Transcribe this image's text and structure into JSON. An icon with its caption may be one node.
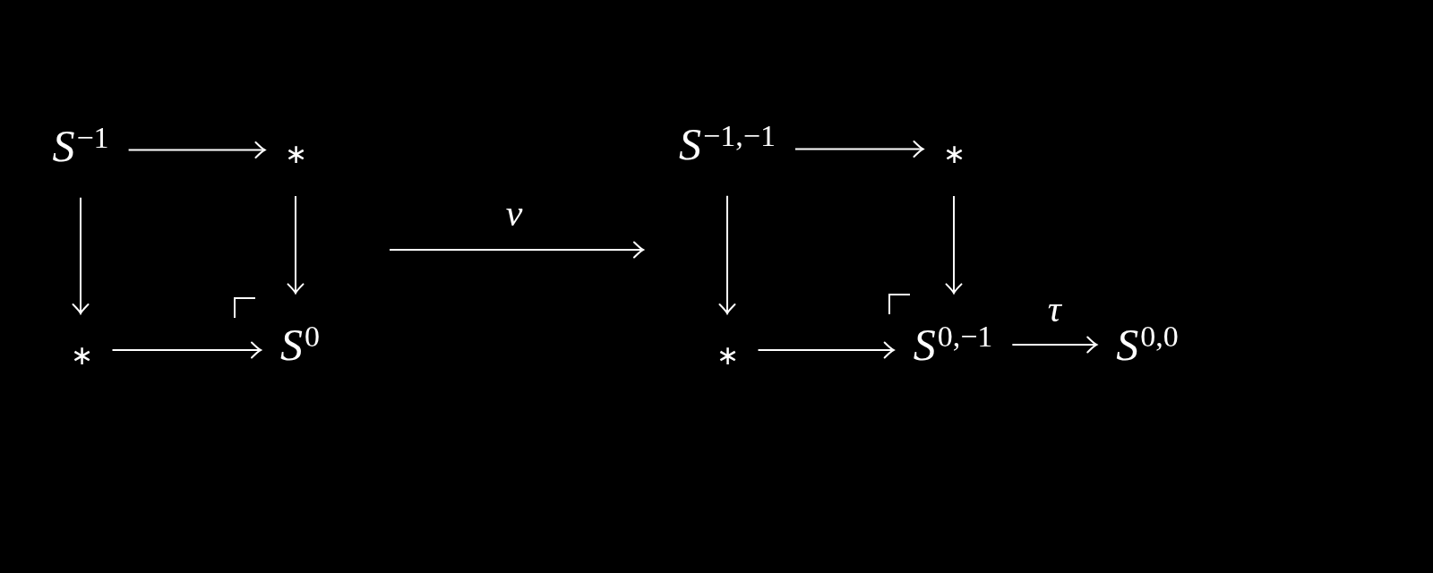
{
  "diagram": {
    "nodes": [
      {
        "text": [
          "*S*$^{−1}$"
        ]
      },
      {
        "text": [
          "∗"
        ]
      },
      {
        "text": [
          "∗"
        ]
      },
      {
        "text": [
          "*S*$^{0}$"
        ]
      },
      {
        "text": [
          "*S*$^{−1,−1}$"
        ]
      },
      {
        "text": [
          "∗"
        ]
      },
      {
        "text": [
          "∗"
        ]
      },
      {
        "text": [
          "*S*$^{0,−1}$"
        ]
      },
      {
        "text": [
          "*S*$^{0,0}$"
        ]
      }
    ],
    "edges": [
      {
        "from": 0,
        "to": 1,
        "arrow": "to"
      },
      {
        "from": 0,
        "to": 2,
        "arrow": "to"
      },
      {
        "from": 1,
        "to": 3,
        "arrow": "to"
      },
      {
        "from": 2,
        "to": 3,
        "arrow": "to"
      },
      {
        "from": 4,
        "to": 5,
        "arrow": "to"
      },
      {
        "from": 4,
        "to": 6,
        "arrow": "to"
      },
      {
        "from": 5,
        "to": 7,
        "arrow": "to"
      },
      {
        "from": 6,
        "to": 7,
        "arrow": "to"
      },
      {
        "from": 7,
        "to": 8,
        "arrow": "to",
        "label": "τ"
      }
    ],
    "labels": [
      "ν"
    ]
  }
}
